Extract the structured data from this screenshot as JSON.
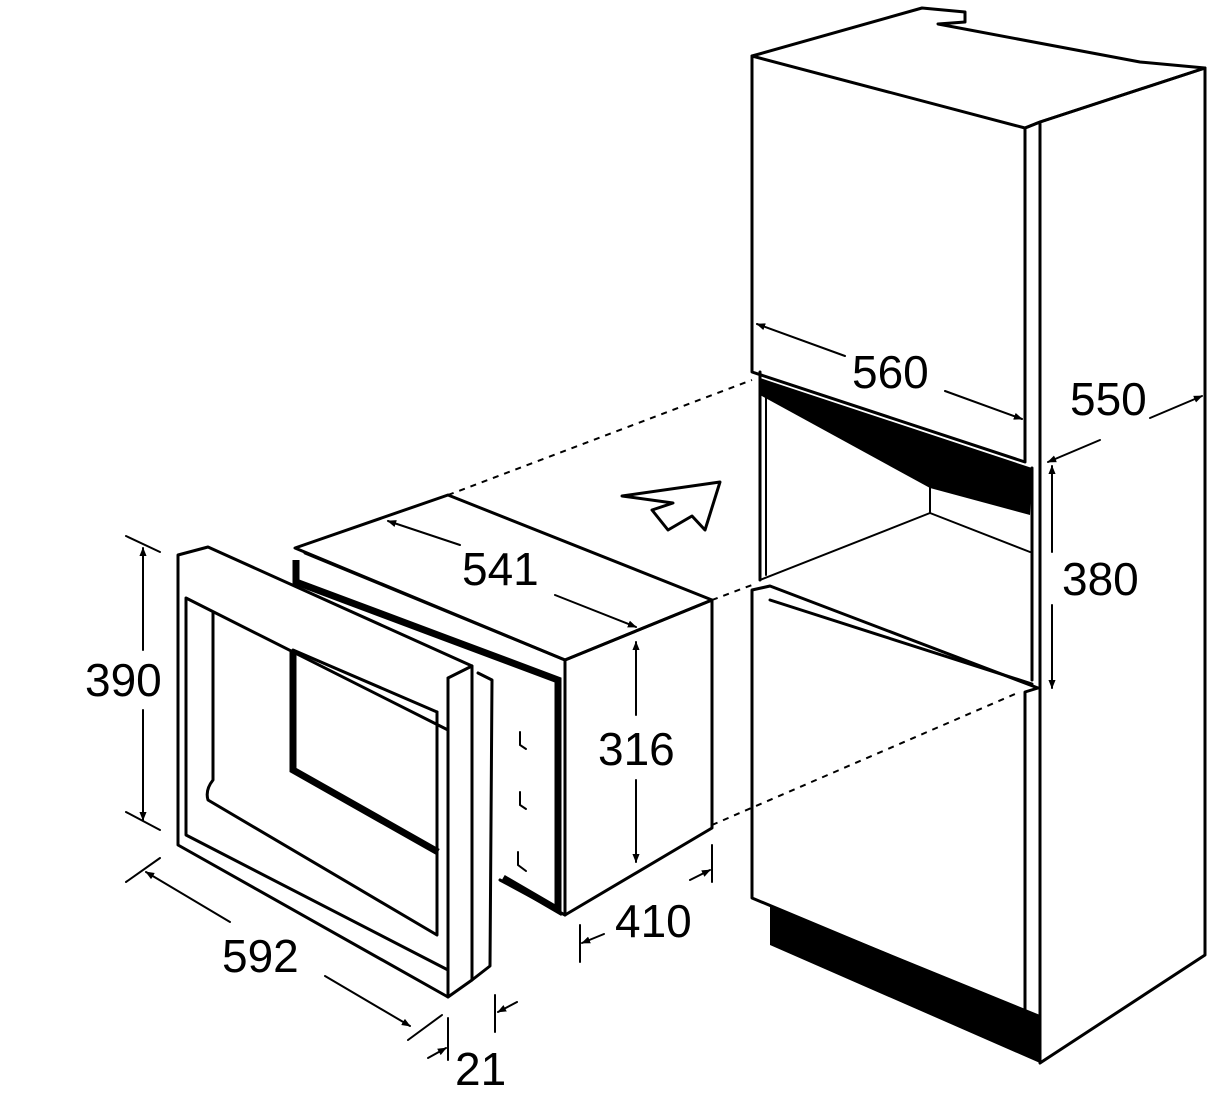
{
  "dimensions": {
    "cabinet_width": "560",
    "cabinet_depth": "550",
    "niche_height": "380",
    "oven_width": "541",
    "oven_height": "316",
    "oven_depth": "410",
    "frame_height": "390",
    "frame_width": "592",
    "frame_depth": "21"
  },
  "colors": {
    "line": "#000000",
    "background": "#ffffff"
  },
  "icons": {
    "insert_direction": "insert-arrow-icon"
  }
}
